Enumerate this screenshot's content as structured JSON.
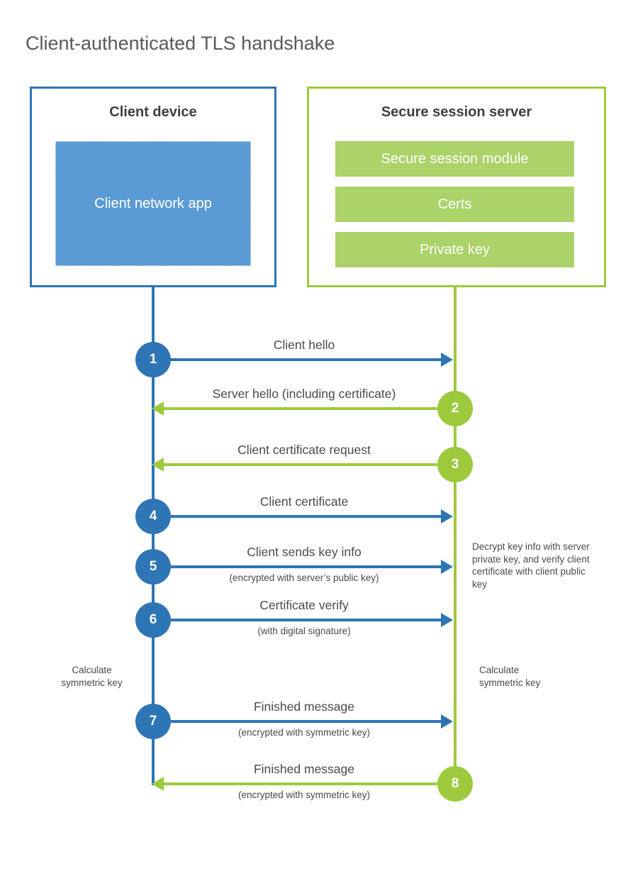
{
  "title": "Client-authenticated TLS handshake",
  "colors": {
    "blue": "#2e75b6",
    "blue_fill": "#5b9bd5",
    "green": "#9dca3d",
    "green_fill": "#abd36a",
    "heading_text": "#3f3f3f",
    "body_text": "#4a4a4a",
    "title_text": "#58595b"
  },
  "client": {
    "title": "Client device",
    "app_label": "Client network app"
  },
  "server": {
    "title": "Secure session server",
    "modules": [
      "Secure session module",
      "Certs",
      "Private key"
    ]
  },
  "steps": [
    {
      "number": "1",
      "from": "client",
      "label": "Client hello"
    },
    {
      "number": "2",
      "from": "server",
      "label": "Server hello (including certificate)"
    },
    {
      "number": "3",
      "from": "server",
      "label": "Client certificate request"
    },
    {
      "number": "4",
      "from": "client",
      "label": "Client certificate"
    },
    {
      "number": "5",
      "from": "client",
      "label": "Client sends key info",
      "sublabel": "(encrypted with server’s public key)"
    },
    {
      "number": "6",
      "from": "client",
      "label": "Certificate verify",
      "sublabel": "(with digital signature)"
    },
    {
      "number": "7",
      "from": "client",
      "label": "Finished message",
      "sublabel": "(encrypted with symmetric key)"
    },
    {
      "number": "8",
      "from": "server",
      "label": "Finished message",
      "sublabel": "(encrypted with symmetric key)"
    }
  ],
  "annotations": {
    "decrypt_note": "Decrypt key info with server private key, and verify client certificate with client public key",
    "calc_left": "Calculate symmetric key",
    "calc_right": "Calculate symmetric key"
  }
}
